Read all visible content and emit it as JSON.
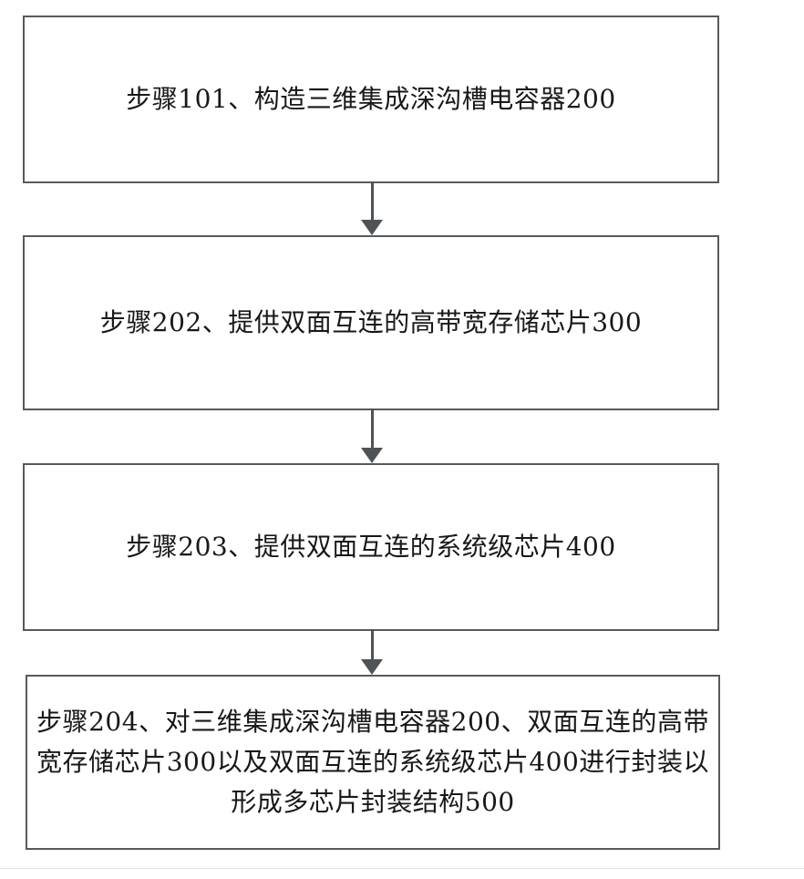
{
  "diagram": {
    "type": "flowchart",
    "orientation": "vertical",
    "background_color": "#ffffff",
    "border_color": "#555a5e",
    "text_color": "#17181a",
    "rule_color": "#dfe3e8",
    "nodes": [
      {
        "id": "step-101",
        "label": "步骤101、构造三维集成深沟槽电容器200",
        "step_number": "101",
        "lines": [
          "步骤101、构造三维集成深沟槽电容器200"
        ]
      },
      {
        "id": "step-202",
        "label": "步骤202、提供双面互连的高带宽存储芯片300",
        "step_number": "202",
        "lines": [
          "步骤202、提供双面互连的高带宽存储芯片3",
          "00"
        ]
      },
      {
        "id": "step-203",
        "label": "步骤203、提供双面互连的系统级芯片400",
        "step_number": "203",
        "lines": [
          "步骤203、提供双面互连的系统级芯片400"
        ]
      },
      {
        "id": "step-204",
        "label": "步骤204、对三维集成深沟槽电容器200、双面互连的高带宽存储芯片300以及双面互连的系统级芯片400进行封装以形成多芯片封装结构500",
        "step_number": "204",
        "lines": [
          "步骤204、对三维集成深沟槽电容器200、双",
          "面互连的高带宽存储芯片300以及双面互连",
          "的系统级芯片400进行封装以形成多芯片封",
          "装结构500"
        ]
      }
    ],
    "connectors": [
      {
        "id": "connector-1",
        "from": "step-101",
        "to": "step-202",
        "arrow": "down-arrow-icon"
      },
      {
        "id": "connector-2",
        "from": "step-202",
        "to": "step-203",
        "arrow": "down-arrow-icon"
      },
      {
        "id": "connector-3",
        "from": "step-203",
        "to": "step-204",
        "arrow": "down-arrow-icon"
      }
    ]
  }
}
